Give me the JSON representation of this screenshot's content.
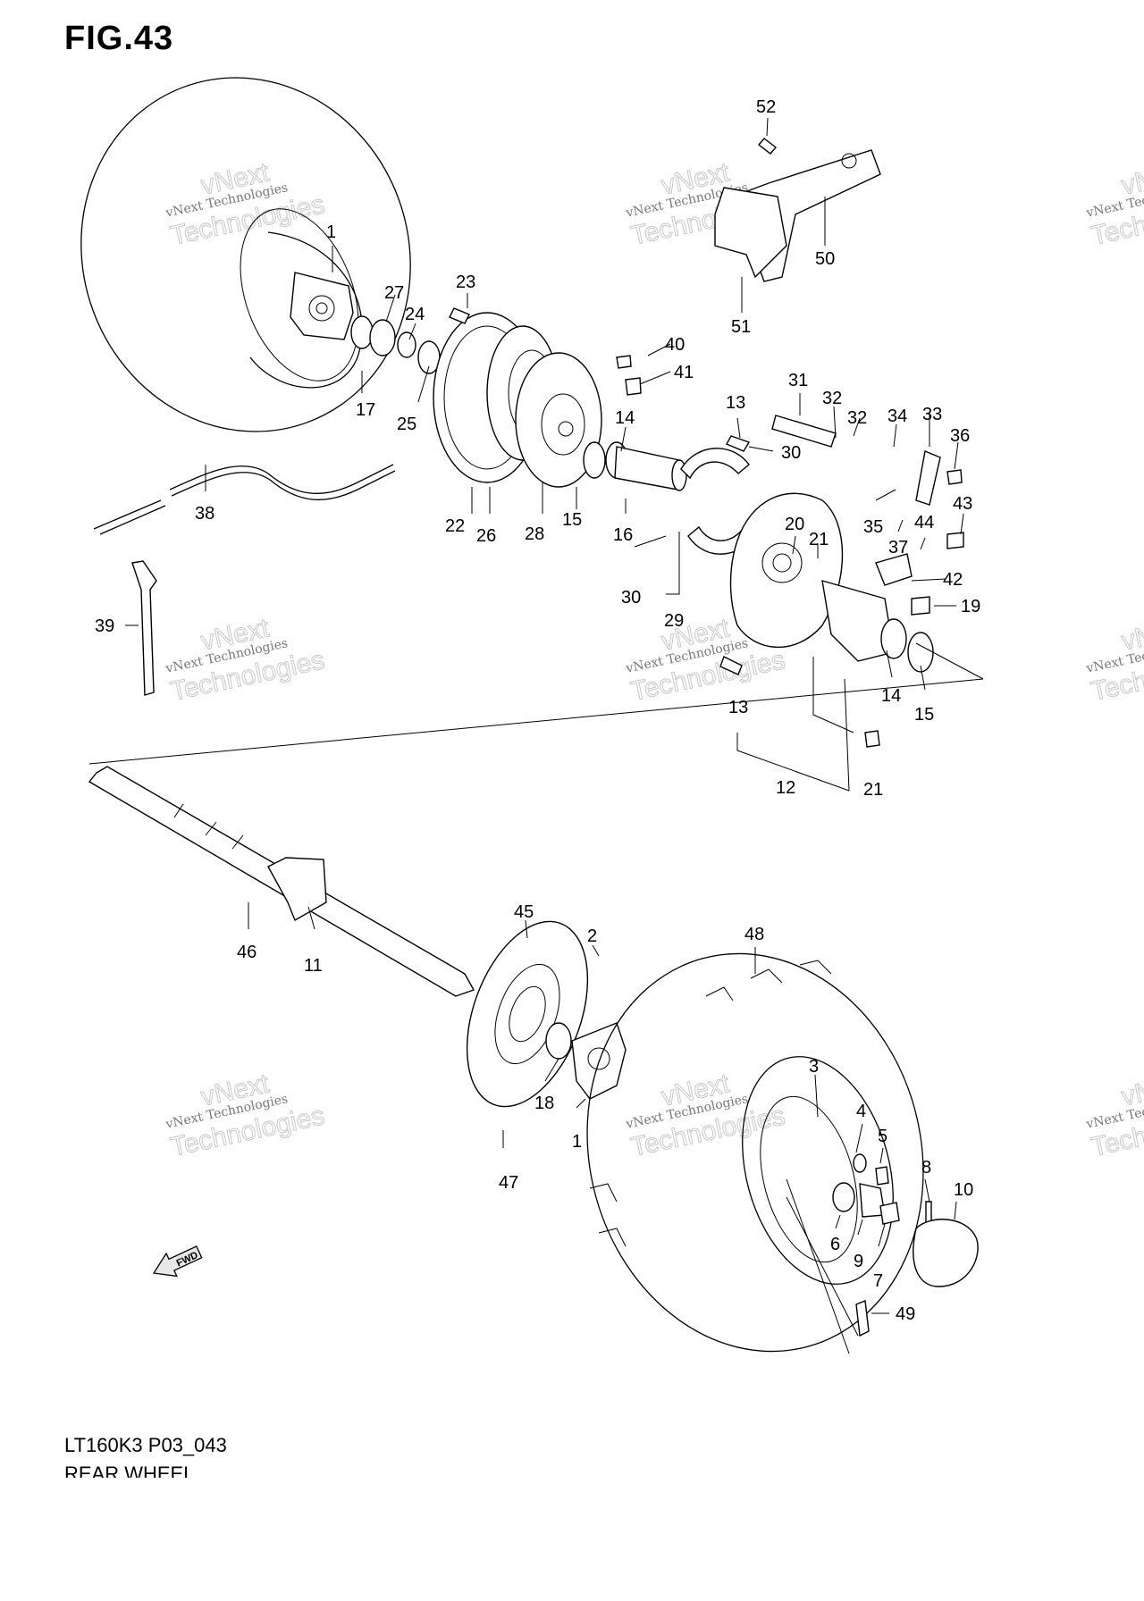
{
  "figure": {
    "title": "FIG.43",
    "model_code": "LT160K3 P03_043",
    "name": "REAR WHEEL",
    "fwd_label": "FWD"
  },
  "watermarks": [
    {
      "line1": "vNext Technologies",
      "line2": "Technologies",
      "line0": "vNext"
    }
  ],
  "callouts": [
    {
      "n": "52"
    },
    {
      "n": "50"
    },
    {
      "n": "51"
    },
    {
      "n": "1"
    },
    {
      "n": "27"
    },
    {
      "n": "24"
    },
    {
      "n": "17"
    },
    {
      "n": "25"
    },
    {
      "n": "23"
    },
    {
      "n": "40"
    },
    {
      "n": "41"
    },
    {
      "n": "14"
    },
    {
      "n": "22"
    },
    {
      "n": "26"
    },
    {
      "n": "28"
    },
    {
      "n": "15"
    },
    {
      "n": "16"
    },
    {
      "n": "38"
    },
    {
      "n": "31"
    },
    {
      "n": "32"
    },
    {
      "n": "32"
    },
    {
      "n": "13"
    },
    {
      "n": "34"
    },
    {
      "n": "33"
    },
    {
      "n": "36"
    },
    {
      "n": "30"
    },
    {
      "n": "30"
    },
    {
      "n": "20"
    },
    {
      "n": "21"
    },
    {
      "n": "35"
    },
    {
      "n": "43"
    },
    {
      "n": "37"
    },
    {
      "n": "44"
    },
    {
      "n": "42"
    },
    {
      "n": "19"
    },
    {
      "n": "29"
    },
    {
      "n": "39"
    },
    {
      "n": "14"
    },
    {
      "n": "15"
    },
    {
      "n": "13"
    },
    {
      "n": "12"
    },
    {
      "n": "21"
    },
    {
      "n": "46"
    },
    {
      "n": "11"
    },
    {
      "n": "45"
    },
    {
      "n": "2"
    },
    {
      "n": "48"
    },
    {
      "n": "3"
    },
    {
      "n": "4"
    },
    {
      "n": "5"
    },
    {
      "n": "18"
    },
    {
      "n": "1"
    },
    {
      "n": "47"
    },
    {
      "n": "8"
    },
    {
      "n": "10"
    },
    {
      "n": "6"
    },
    {
      "n": "9"
    },
    {
      "n": "7"
    },
    {
      "n": "49"
    }
  ]
}
